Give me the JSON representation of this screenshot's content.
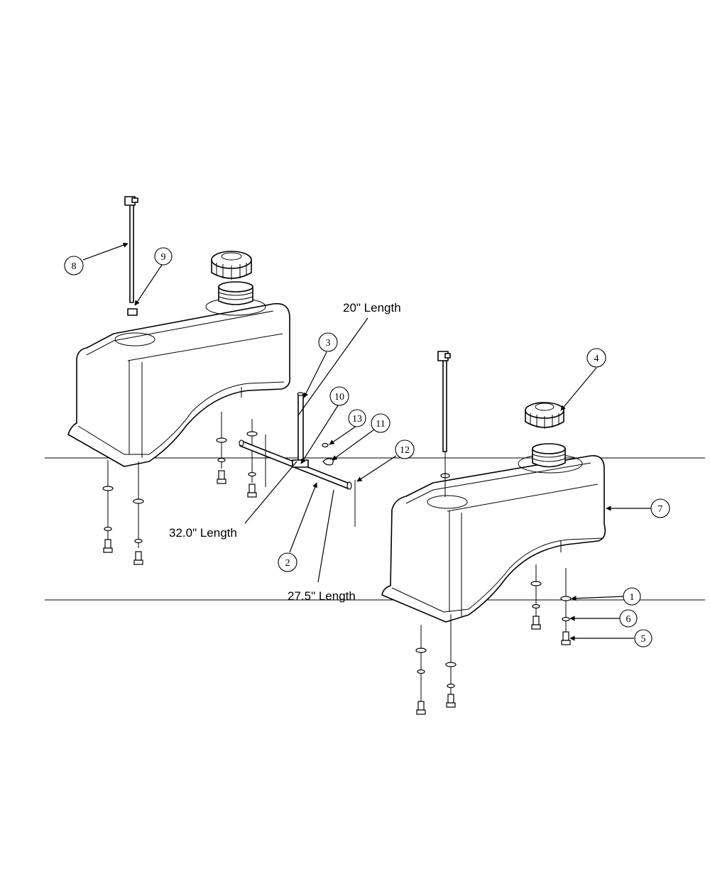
{
  "callouts": [
    {
      "id": "1",
      "label": "1"
    },
    {
      "id": "2",
      "label": "2"
    },
    {
      "id": "3",
      "label": "3"
    },
    {
      "id": "4",
      "label": "4"
    },
    {
      "id": "5",
      "label": "5"
    },
    {
      "id": "6",
      "label": "6"
    },
    {
      "id": "7",
      "label": "7"
    },
    {
      "id": "8",
      "label": "8"
    },
    {
      "id": "9",
      "label": "9"
    },
    {
      "id": "10",
      "label": "10"
    },
    {
      "id": "11",
      "label": "11"
    },
    {
      "id": "12",
      "label": "12"
    },
    {
      "id": "13",
      "label": "13"
    }
  ],
  "lengths": {
    "hose_20": "20\" Length",
    "hose_32": "32.0\" Length",
    "hose_27": "27.5\" Length"
  },
  "colors": {
    "line": "#000000",
    "background": "#ffffff"
  }
}
